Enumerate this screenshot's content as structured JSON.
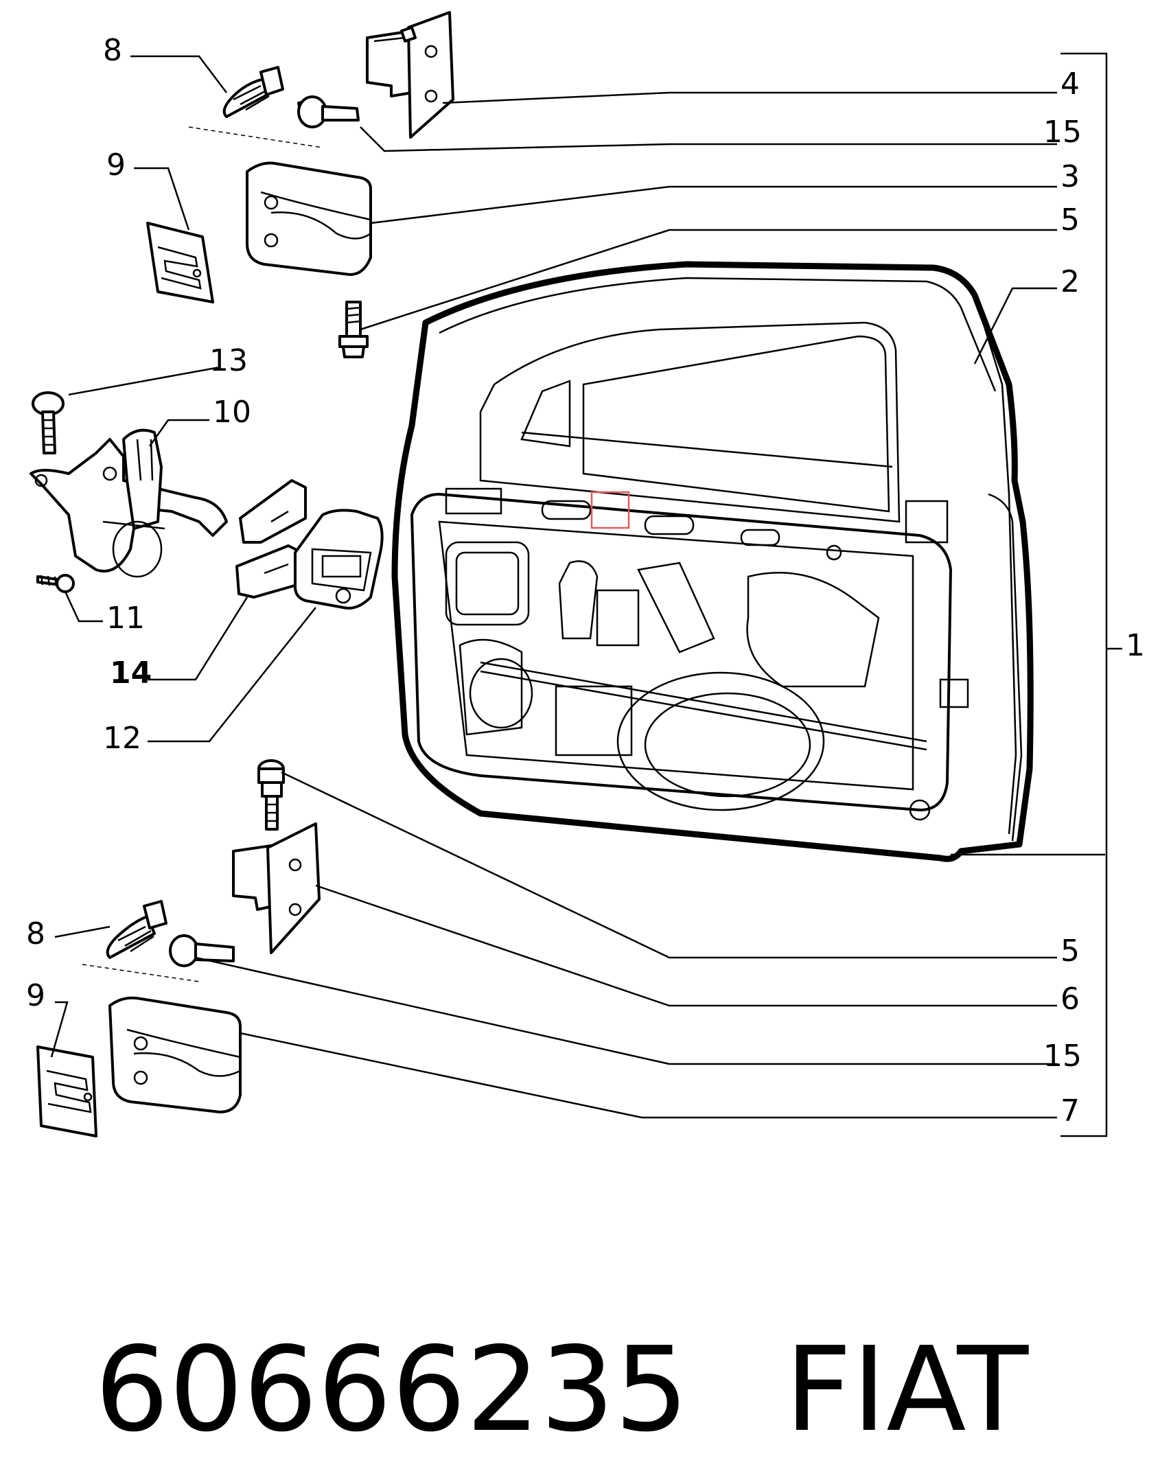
{
  "callouts": {
    "n8_top": "8",
    "n9_top": "9",
    "n4": "4",
    "n15_top": "15",
    "n3": "3",
    "n5_top": "5",
    "n2": "2",
    "n13": "13",
    "n10": "10",
    "n11": "11",
    "n14": "14",
    "n12": "12",
    "n1": "1",
    "n8_bottom": "8",
    "n9_bottom": "9",
    "n5_bottom": "5",
    "n6": "6",
    "n15_bottom": "15",
    "n7": "7"
  },
  "caption": {
    "part_number": "60666235",
    "brand": "FIAT"
  },
  "colors": {
    "highlight": "#e05a5a",
    "line": "#000000",
    "background": "#ffffff"
  }
}
